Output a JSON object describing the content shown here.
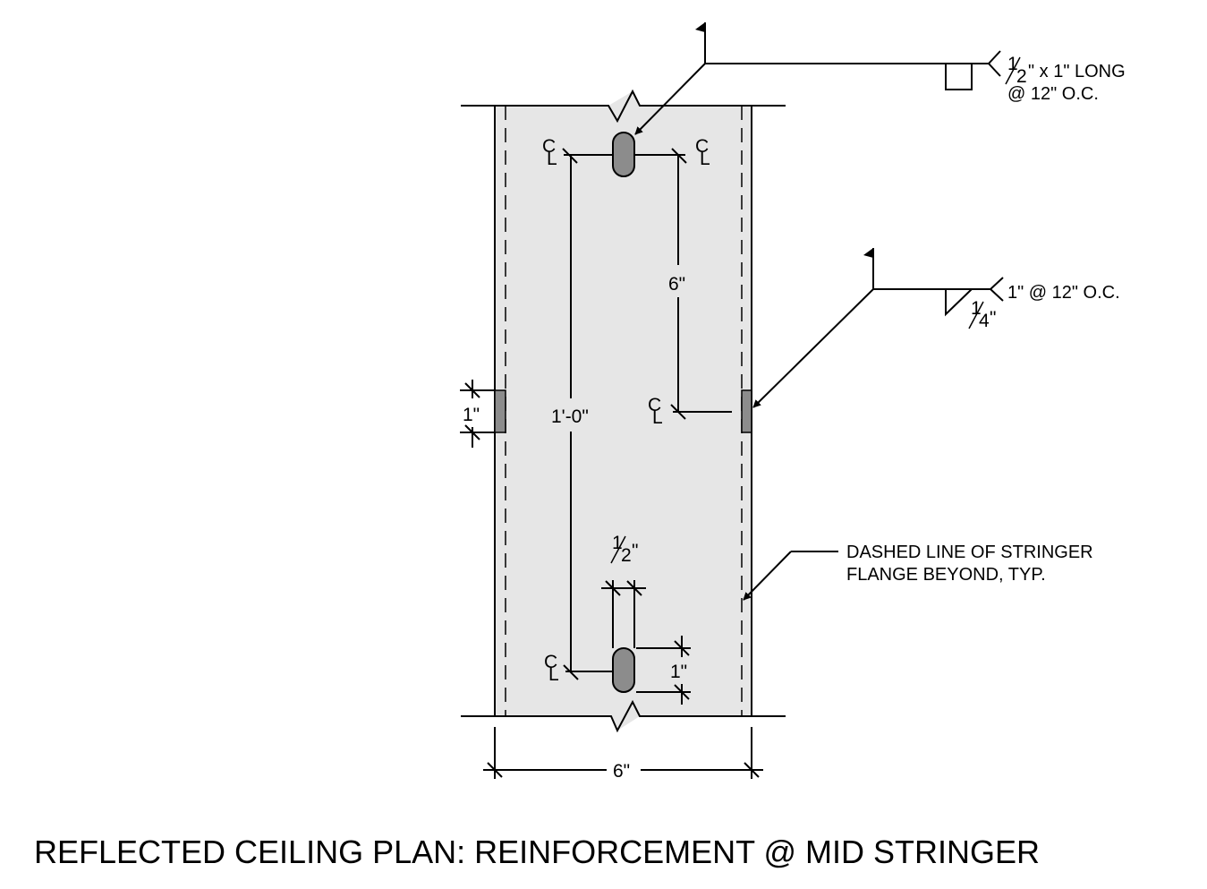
{
  "colors": {
    "line": "#000000",
    "stringer_fill": "#e6e6e6",
    "weld_fill": "#8c8c8c",
    "background": "#ffffff"
  },
  "weld_callouts": {
    "plug_weld": {
      "size_numerator": "1",
      "size_denominator": "2",
      "text_line1": "\" x 1\" LONG",
      "text_line2": "@ 12\" O.C."
    },
    "fillet_weld": {
      "text": "1\" @ 12\" O.C.",
      "size_numerator": "1",
      "size_denominator": "4",
      "size_suffix": "\""
    }
  },
  "dimensions": {
    "edge_weld_length": "1\"",
    "spacing_short": "6\"",
    "spacing_long": "1'-0\"",
    "slot_width_numerator": "1",
    "slot_width_denominator": "2",
    "slot_width_suffix": "\"",
    "slot_length": "1\"",
    "stringer_width": "6\""
  },
  "centerline_symbol": {
    "letter_c": "C",
    "letter_l": "L"
  },
  "notes": {
    "dashed_line_line1": "DASHED LINE OF STRINGER",
    "dashed_line_line2": "FLANGE BEYOND, TYP."
  },
  "title": "REFLECTED CEILING PLAN: REINFORCEMENT @ MID STRINGER"
}
